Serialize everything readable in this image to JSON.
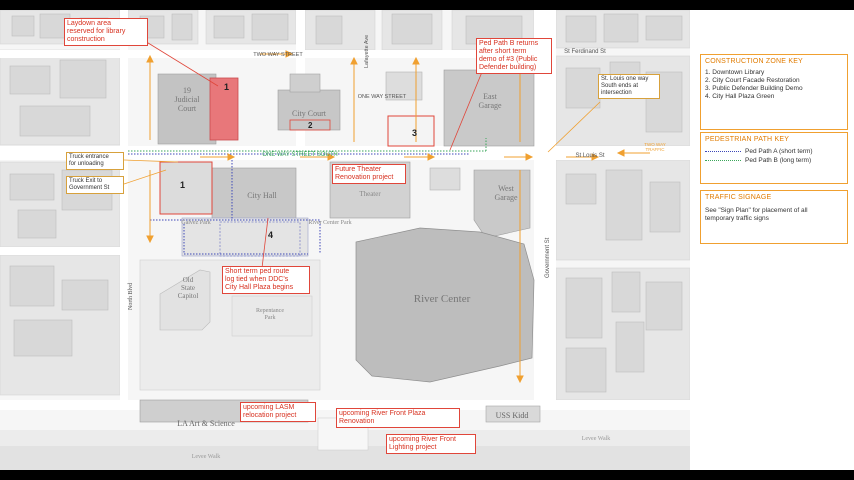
{
  "map": {
    "streets": {
      "two_way": "TWO WAY STREET",
      "one_way_upper": "ONE WAY STREET",
      "one_way_south": "ONE WAY STREET SOUTH",
      "st_ferdinand": "St Ferdinand St",
      "st_louis": "St Louis St",
      "two_way_traffic": "TWO WAY\nTRAFFIC",
      "lafayette": "Lafayette Ave",
      "government": "Government St",
      "north_blvd": "North Blvd"
    },
    "buildings": {
      "judicial_court": "19\nJudicial\nCourt",
      "city_court": "City Court",
      "east_garage": "East\nGarage",
      "west_garage": "West\nGarage",
      "city_hall": "City Hall",
      "river_center": "River Center",
      "old_state_capitol": "Old\nState\nCapitol",
      "repentance_park": "Repentance\nPark",
      "la_art_science": "LA Art & Science",
      "uss_kidd": "USS Kidd",
      "galvez_park": "Galvez Park",
      "river_center_park": "River Center Park",
      "levee_walk_left": "Levee Walk",
      "levee_walk_right": "Levee Walk",
      "theater": "Theater"
    },
    "zones": {
      "z1a": "1",
      "z1b": "1",
      "z2": "2",
      "z3": "3",
      "z4": "4"
    },
    "callouts": {
      "laydown": "Laydown area\nreserved for library\nconstruction",
      "ped_path_b": "Ped Path B returns\nafter short term\ndemo of #3 (Public\nDefender building)",
      "st_louis_oneway": "St. Louis one way\nSouth ends at\nintersection",
      "truck_entrance": "Truck entrance\nfor unloading",
      "truck_exit": "Truck Exit to\nGovernment St",
      "future_theater": "Future Theater\nRenovation project",
      "short_term_ped": "Short term ped route\nlog tied when DDC's\nCity Hall Plaza begins",
      "upcoming_art": "upcoming LASM\nrelocation project",
      "upcoming_river_plaza": "upcoming River Front Plaza\nRenovation",
      "upcoming_lighting": "upcoming River Front\nLighting project"
    }
  },
  "legend": {
    "construction": {
      "title": "CONSTRUCTION ZONE KEY",
      "items": [
        "1.  Downtown Library",
        "2.  City Court Facade Restoration",
        "3.  Public Defender Building Demo",
        "4.  City Hall Plaza Green"
      ]
    },
    "pedestrian": {
      "title": "PEDESTRIAN PATH KEY",
      "items": [
        {
          "label": "Ped Path A (short term)",
          "color": "#3d47b8"
        },
        {
          "label": "Ped Path B (long term)",
          "color": "#3aa65a"
        }
      ]
    },
    "traffic": {
      "title": "TRAFFIC SIGNAGE",
      "text": "See \"Sign Plan\" for placement of all\ntemporary traffic signs"
    }
  },
  "colors": {
    "accent_orange": "#f0a030",
    "callout_red": "#e0463a",
    "zone_red": "#e8777a",
    "path_a": "#3d47b8",
    "path_b": "#3aa65a"
  }
}
